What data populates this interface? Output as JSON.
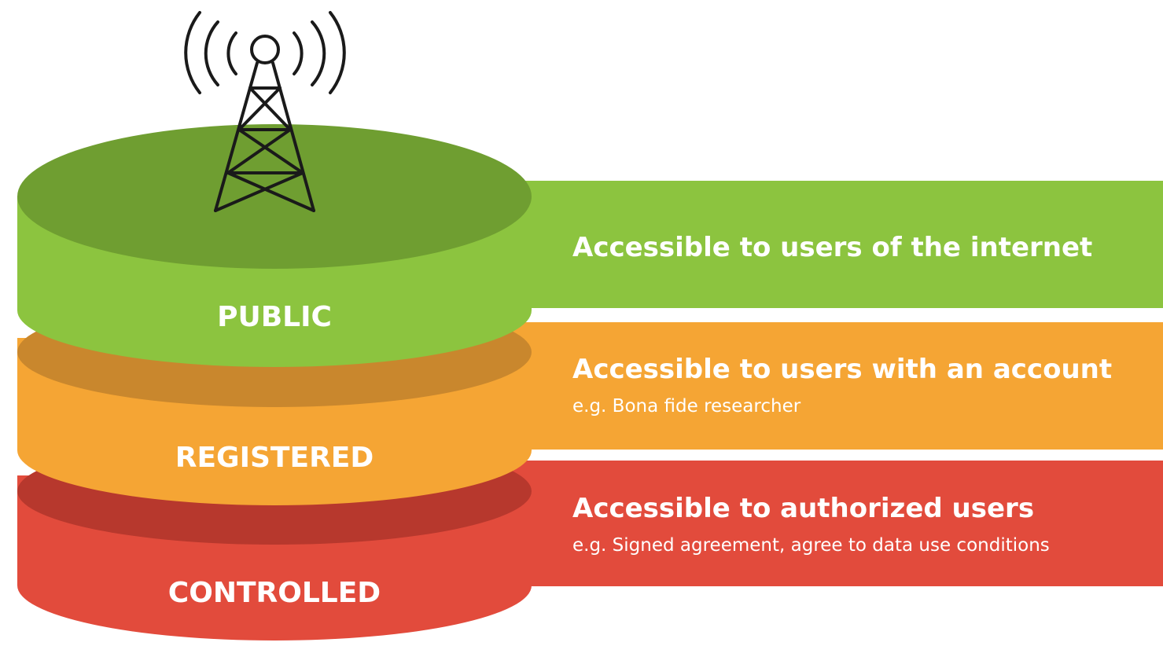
{
  "colors": {
    "public": "#8cc43f",
    "public_top": "#6f9e31",
    "registered": "#f5a534",
    "registered_top": "#c9872d",
    "controlled": "#e24b3c",
    "controlled_top": "#b7382d",
    "label_text": "#ffffff",
    "tower_stroke": "#1a1a1a"
  },
  "tiers": [
    {
      "key": "public",
      "label": "PUBLIC",
      "description": "Accessible to users of the internet",
      "example": ""
    },
    {
      "key": "registered",
      "label": "REGISTERED",
      "description": "Accessible to users with an account",
      "example": "e.g. Bona fide researcher"
    },
    {
      "key": "controlled",
      "label": "CONTROLLED",
      "description": "Accessible to authorized users",
      "example": "e.g. Signed agreement, agree to data use conditions"
    }
  ],
  "icons": {
    "tower": "broadcast-tower-icon"
  }
}
